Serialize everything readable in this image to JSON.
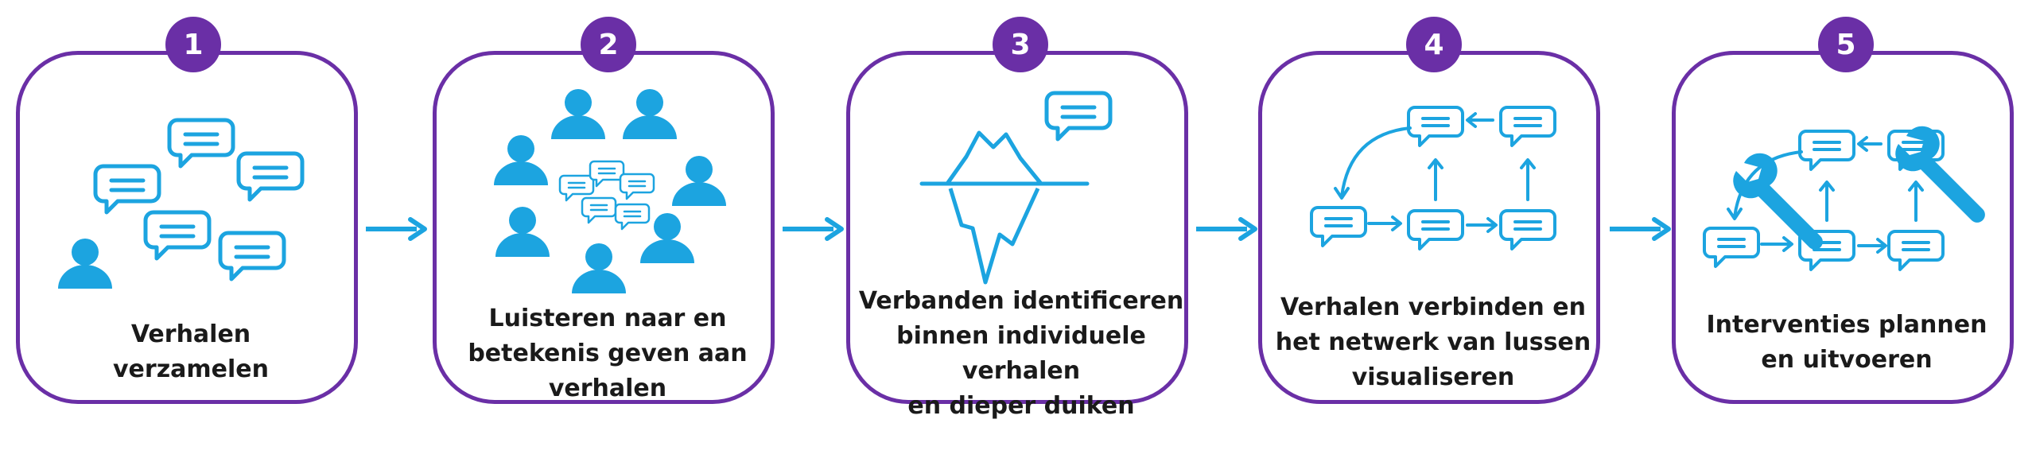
{
  "steps": [
    {
      "number": "1",
      "lines": [
        "Verhalen",
        "verzamelen"
      ]
    },
    {
      "number": "2",
      "lines": [
        "Luisteren naar en",
        "betekenis geven aan",
        "verhalen"
      ]
    },
    {
      "number": "3",
      "lines": [
        "Verbanden identificeren",
        "binnen individuele verhalen",
        "en dieper duiken"
      ]
    },
    {
      "number": "4",
      "lines": [
        "Verhalen verbinden en",
        "het netwerk van lussen",
        "visualiseren"
      ]
    },
    {
      "number": "5",
      "lines": [
        "Interventies plannen",
        "en uitvoeren"
      ]
    }
  ],
  "icons": [
    "speech-bubbles-person-icon",
    "people-listening-icon",
    "iceberg-icon",
    "story-network-icon",
    "wrench-network-icon"
  ],
  "colors": {
    "border": "#6a2fa6",
    "badge": "#6a2fa6",
    "icon": "#1ca4e0",
    "arrow": "#1ca4e0",
    "text": "#1a1a1a"
  }
}
